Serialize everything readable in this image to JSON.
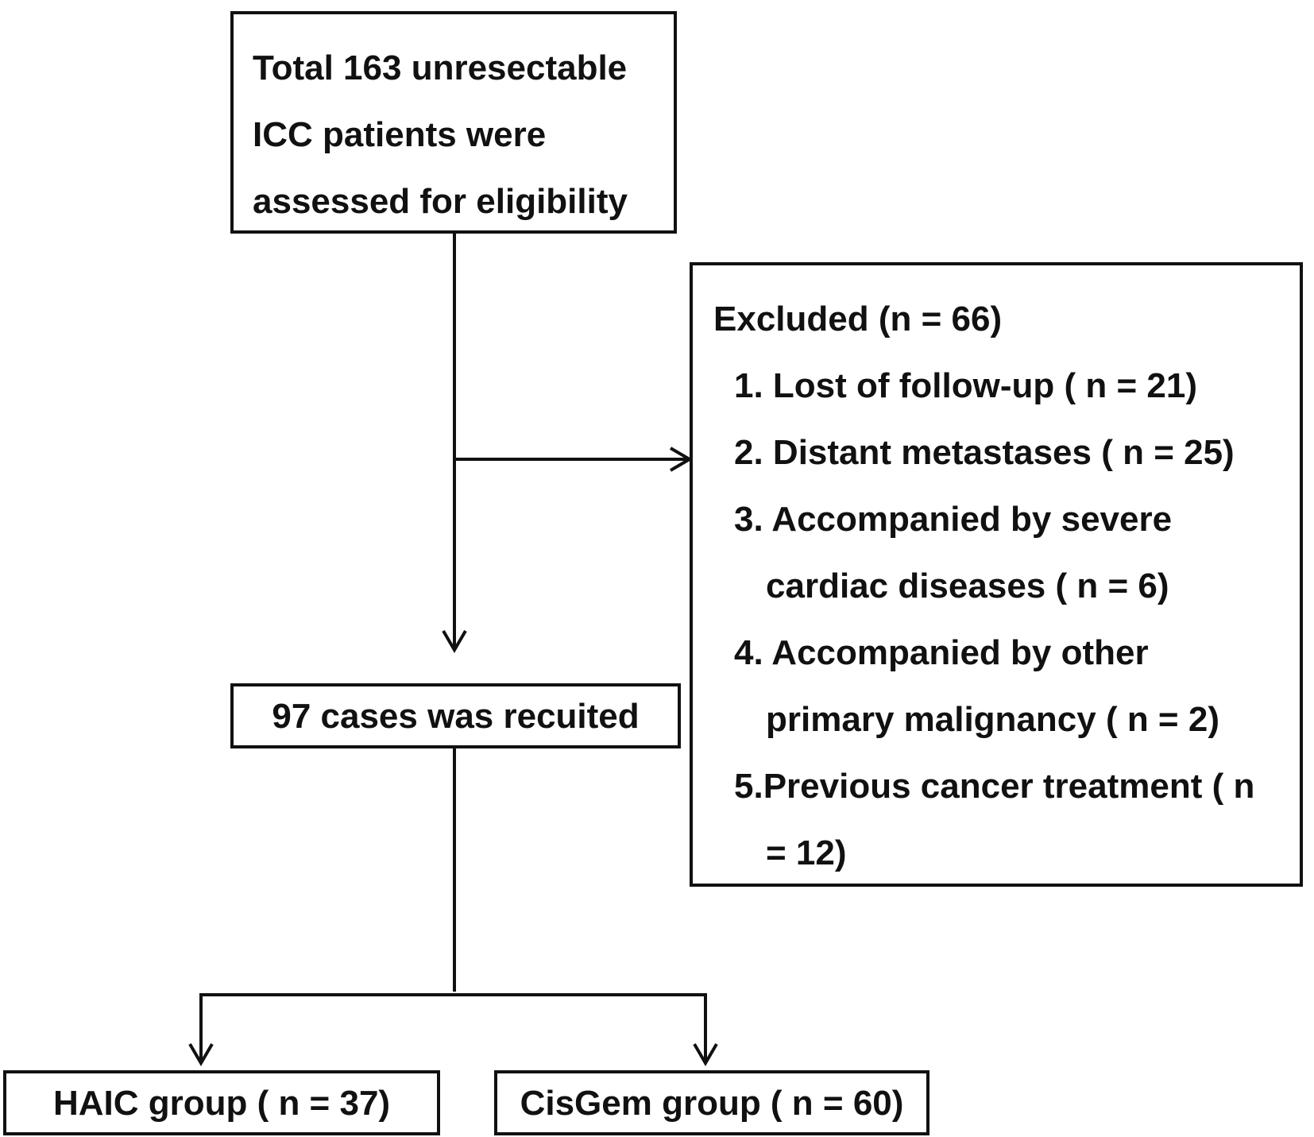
{
  "flowchart": {
    "assessed": {
      "lines": [
        "Total 163 unresectable",
        "ICC patients were",
        "assessed for eligibility"
      ]
    },
    "excluded": {
      "title": "Excluded  (n = 66)",
      "items": [
        "1. Lost of follow-up ( n = 21)",
        "2. Distant metastases ( n = 25)",
        "3. Accompanied by severe",
        "cardiac diseases ( n = 6)",
        "4. Accompanied by other",
        "primary malignancy ( n = 2)",
        "5.Previous cancer treatment ( n",
        "= 12)"
      ]
    },
    "recruited": {
      "label": "97 cases was recuited"
    },
    "groups": [
      {
        "label": "HAIC group ( n = 37)"
      },
      {
        "label": "CisGem group ( n = 60)"
      }
    ]
  }
}
